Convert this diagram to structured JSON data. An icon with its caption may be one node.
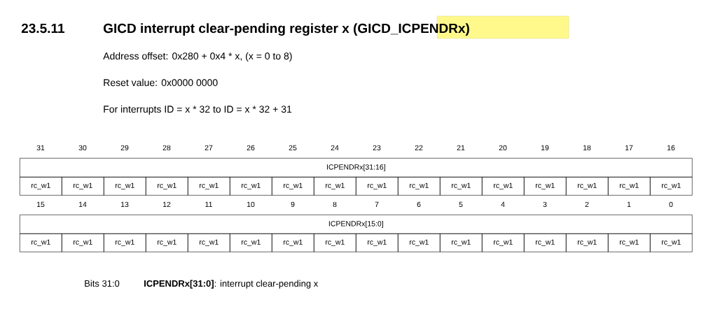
{
  "diagram": {
    "title": "GICD interrupt clear-pending register x (GICD_ICPENDRx)",
    "labels": [
      "23.5.11",
      "Address offset: 0x280 + 0x4 * x, (x = 0 to 8)",
      "Reset value: 0x0000 0000",
      "For interrupts ID = x * 32 to ID = x * 32 + 31",
      "31",
      "30",
      "29",
      "28",
      "27",
      "26",
      "25",
      "24",
      "23",
      "22",
      "21",
      "20",
      "19",
      "18",
      "17",
      "16",
      "ICPENDRx[31:16]",
      "rc_w1",
      "rc_w1",
      "rc_w1",
      "rc_w1",
      "rc_w1",
      "rc_w1",
      "rc_w1",
      "rc_w1",
      "rc_w1",
      "rc_w1",
      "rc_w1",
      "rc_w1",
      "rc_w1",
      "rc_w1",
      "rc_w1",
      "rc_w1",
      "15",
      "14",
      "13",
      "12",
      "11",
      "10",
      "9",
      "8",
      "7",
      "6",
      "5",
      "4",
      "3",
      "2",
      "1",
      "0",
      "ICPENDRx[15:0]",
      "rc_w1",
      "rc_w1",
      "rc_w1",
      "rc_w1",
      "rc_w1",
      "rc_w1",
      "rc_w1",
      "rc_w1",
      "rc_w1",
      "rc_w1",
      "rc_w1",
      "rc_w1",
      "rc_w1",
      "rc_w1",
      "rc_w1",
      "rc_w1",
      "Bits 31:0",
      "**ICPENDRx[31:0]**: interrupt clear-pending x"
    ]
  }
}
